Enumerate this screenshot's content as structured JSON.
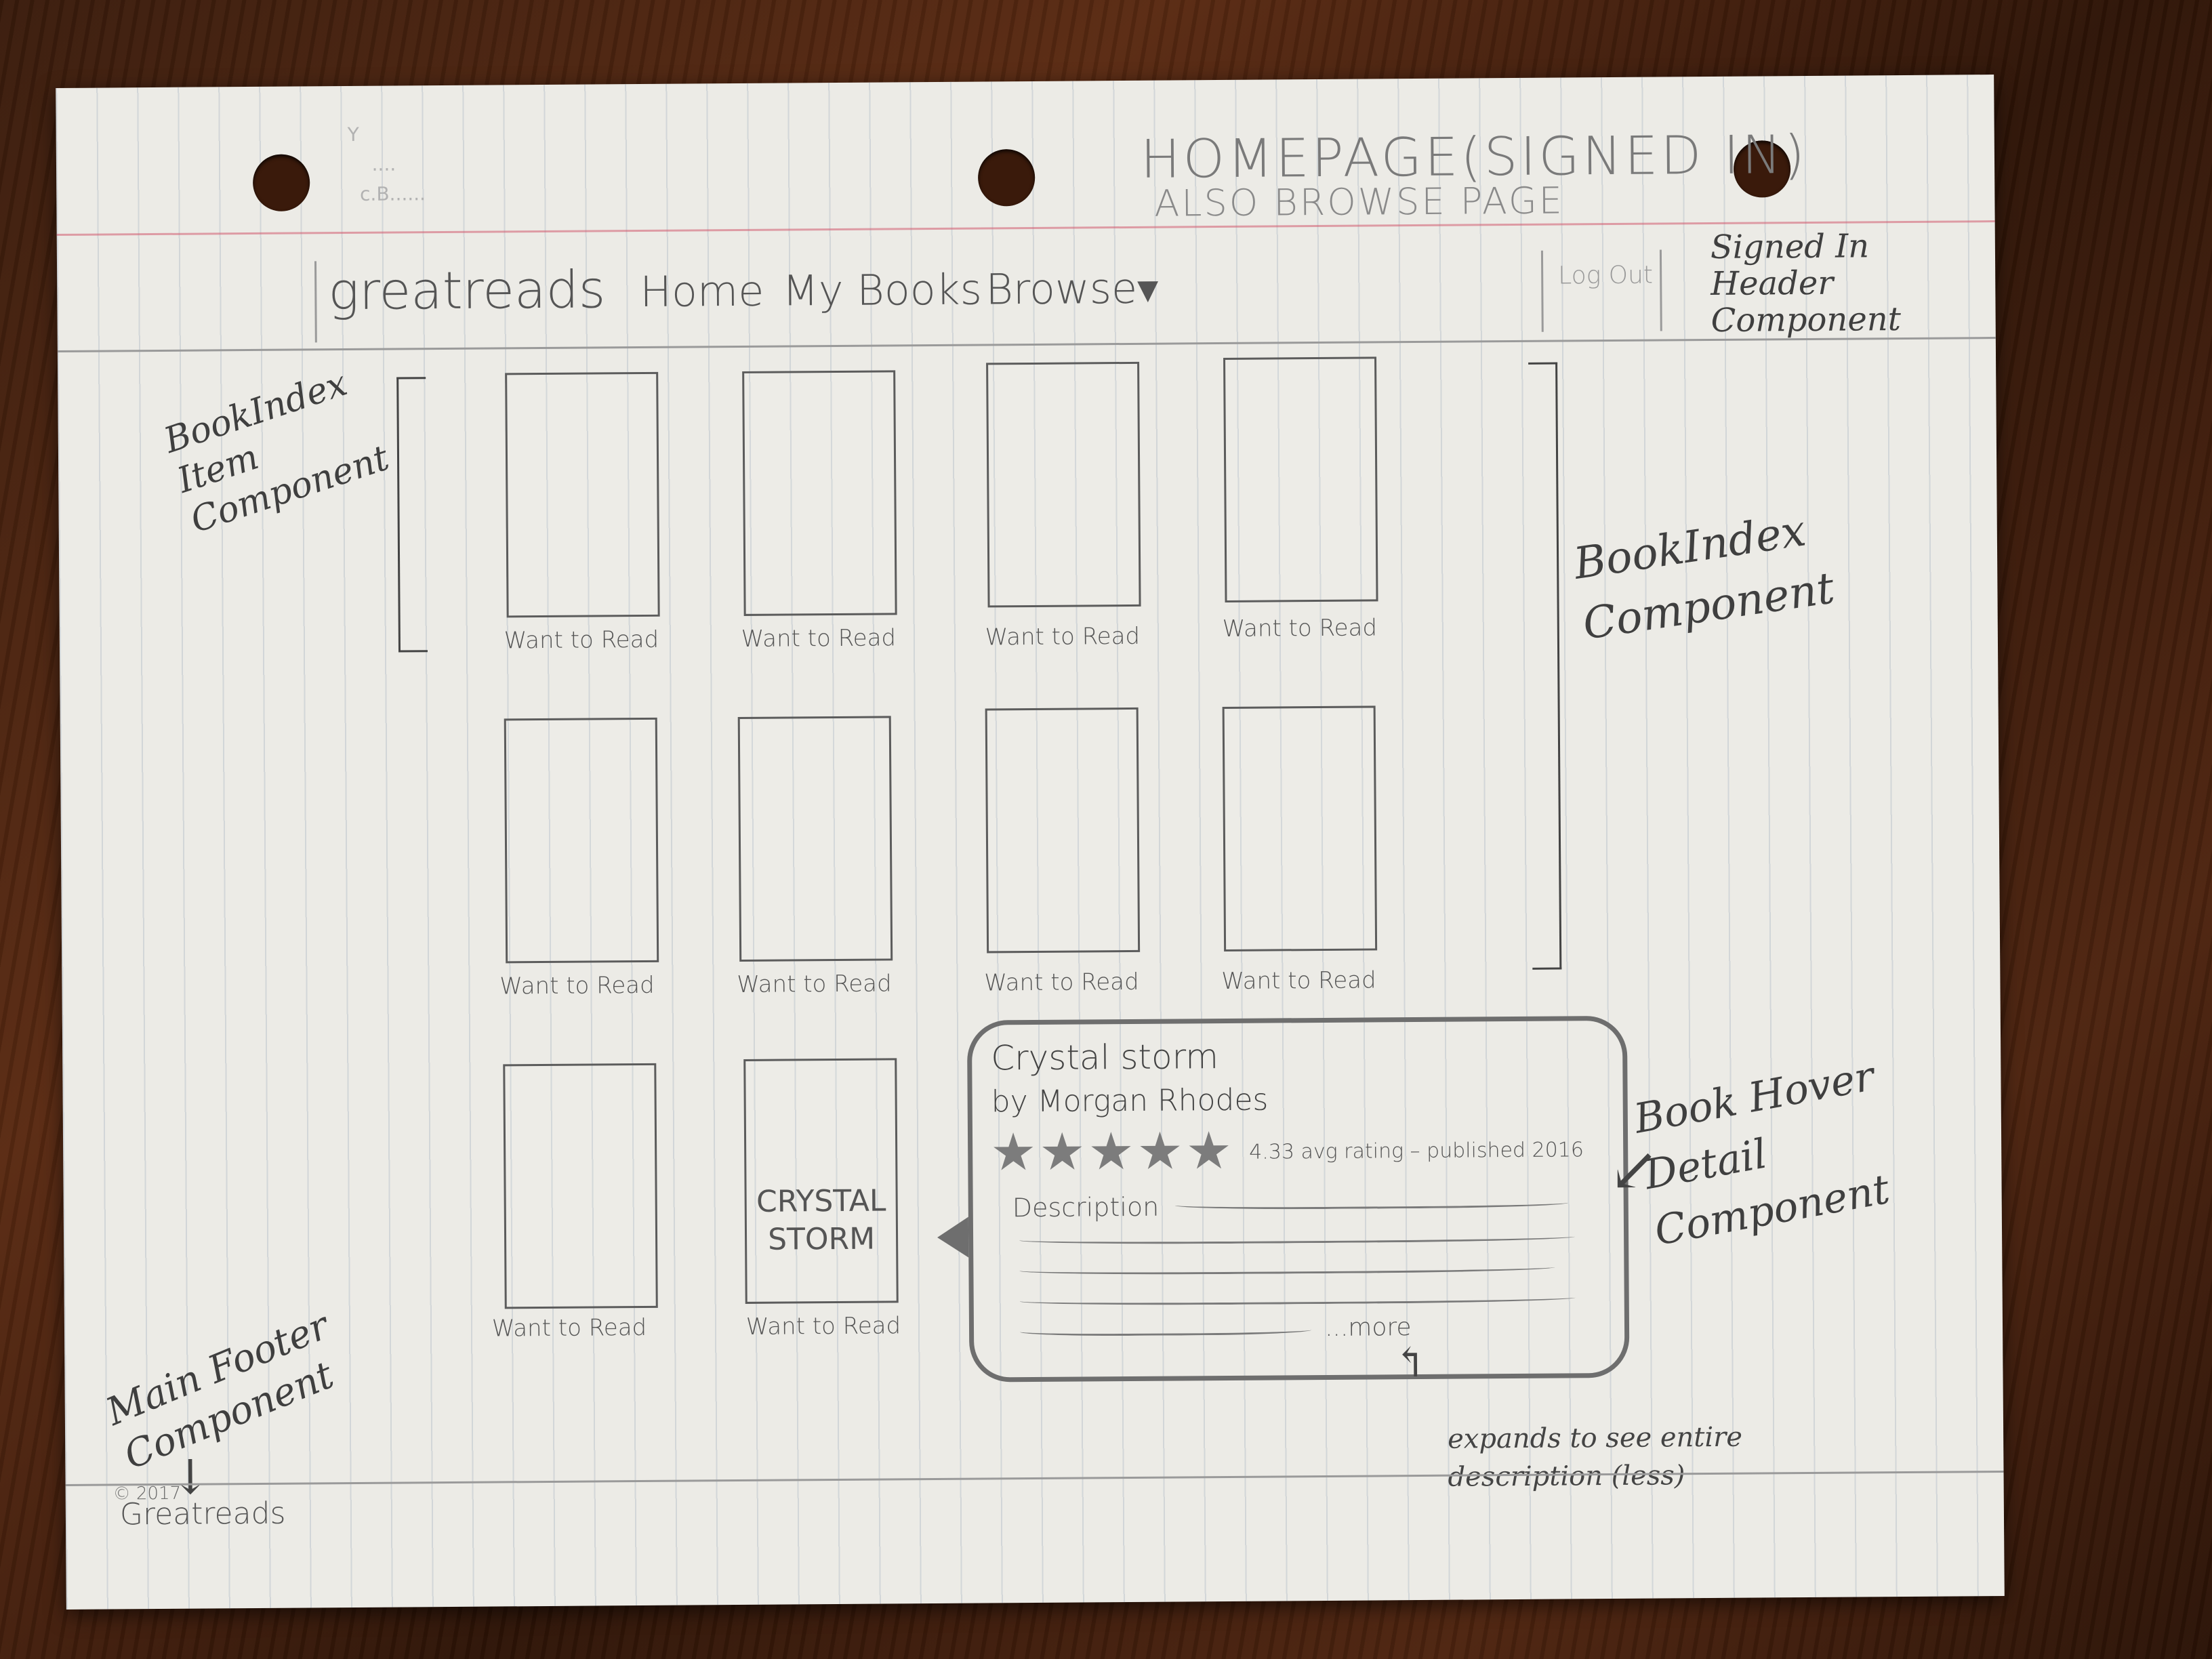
{
  "page": {
    "title": "HOMEPAGE(SIGNED IN)",
    "subtitle": "ALSO BROWSE PAGE"
  },
  "header": {
    "brand": "greatreads",
    "nav": [
      "Home",
      "My Books",
      "Browse▾"
    ],
    "logout": "Log Out",
    "annotation": "Signed In Header Component"
  },
  "book_index": {
    "item_annotation": "BookIndex Item Component",
    "index_annotation": "BookIndex Component",
    "want_label": "Want to Read",
    "books": [
      {
        "cover_title": ""
      },
      {
        "cover_title": ""
      },
      {
        "cover_title": ""
      },
      {
        "cover_title": ""
      },
      {
        "cover_title": ""
      },
      {
        "cover_title": ""
      },
      {
        "cover_title": ""
      },
      {
        "cover_title": ""
      },
      {
        "cover_title": ""
      },
      {
        "cover_title": "CRYSTAL STORM"
      }
    ]
  },
  "hover_detail": {
    "title": "Crystal storm",
    "author": "by Morgan Rhodes",
    "stars": "★★★★★",
    "rating_text": "4.33 avg rating – published 2016",
    "description_label": "Description",
    "more": "...more",
    "annotation": "Book Hover Detail Component",
    "expand_note": "expands to see entire description (less)"
  },
  "footer": {
    "annotation": "Main Footer Component",
    "copyright": "© 2017",
    "brand": "Greatreads"
  }
}
